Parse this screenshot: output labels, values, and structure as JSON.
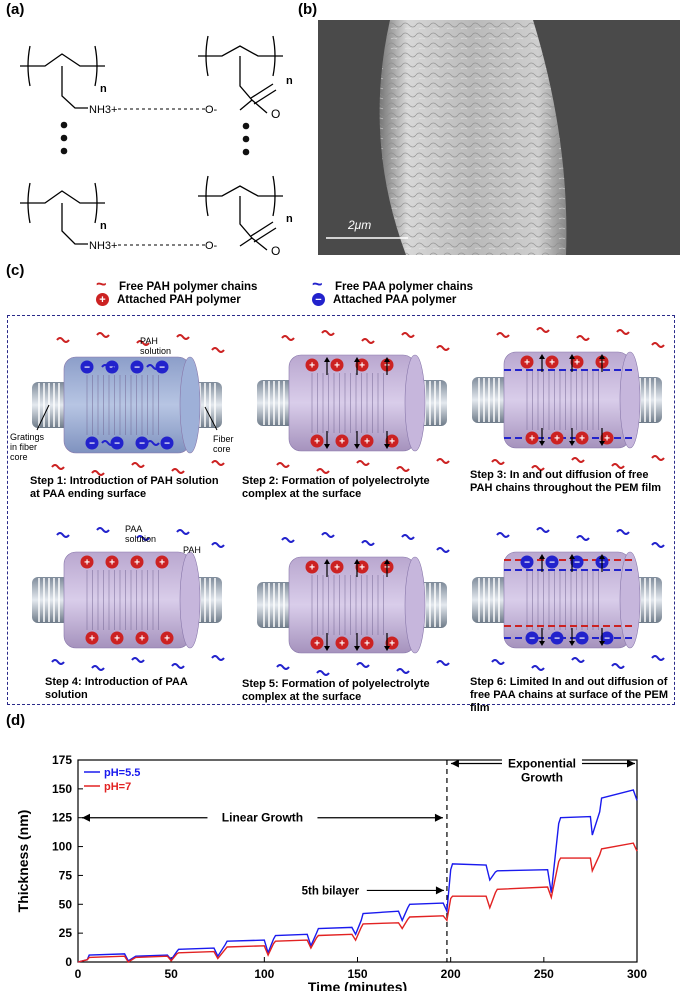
{
  "panel_a": {
    "label": "(a)",
    "n1": "n",
    "n2": "n",
    "n3": "n",
    "n4": "n",
    "nh3_top": "NH3+",
    "nh3_bot": "NH3+",
    "ominus_top": "O-",
    "ominus_bot": "O-",
    "o_top": "O",
    "o_bot": "O"
  },
  "panel_b": {
    "label": "(b)",
    "scale_bar": "2μm"
  },
  "panel_c": {
    "label": "(c)",
    "legend": [
      {
        "symbol": "~",
        "text": "Free PAH polymer chains",
        "color": "#cc2222"
      },
      {
        "symbol": "~",
        "text": "Free PAA polymer chains",
        "color": "#2222cc"
      },
      {
        "symbol": "+",
        "text": "Attached PAH polymer",
        "color": "#cc2222"
      },
      {
        "symbol": "−",
        "text": "Attached PAA polymer",
        "color": "#2222cc"
      }
    ],
    "annotations": {
      "pah_solution": "PAH\nsolution",
      "paa_solution": "PAA\nsolution",
      "pah": "PAH",
      "gratings": "Gratings\nin fiber\ncore",
      "fiber_core": "Fiber\ncore"
    },
    "steps": [
      {
        "caption": "Step 1: Introduction of PAH solution at PAA ending surface"
      },
      {
        "caption": "Step 2: Formation of polyelectrolyte complex at the surface"
      },
      {
        "caption": "Step 3: In and out diffusion of free PAH chains throughout the PEM film"
      },
      {
        "caption": "Step 4: Introduction of PAA solution"
      },
      {
        "caption": "Step 5: Formation of polyelectrolyte complex at the surface"
      },
      {
        "caption": "Step 6: Limited In and out diffusion of free PAA chains at surface of the PEM film"
      }
    ]
  },
  "panel_d": {
    "label": "(d)",
    "annotations": {
      "linear": "Linear Growth",
      "exponential": "Exponential\nGrowth",
      "bilayer": "5th bilayer"
    }
  },
  "chart_data": {
    "type": "line",
    "xlabel": "Time (minutes)",
    "ylabel": "Thickness (nm)",
    "xlim": [
      0,
      300
    ],
    "ylim": [
      0,
      175
    ],
    "xticks": [
      0,
      50,
      100,
      150,
      200,
      250,
      300
    ],
    "yticks": [
      0,
      25,
      50,
      75,
      100,
      125,
      150,
      175
    ],
    "legend_position": "top-left",
    "vline_x": 198,
    "series": [
      {
        "name": "pH=5.5",
        "color": "#1a1aee",
        "x": [
          0,
          5,
          6,
          25,
          27,
          30,
          31,
          48,
          50,
          53,
          54,
          73,
          75,
          79,
          80,
          100,
          102,
          105,
          106,
          123,
          125,
          128,
          129,
          147,
          149,
          152,
          153,
          172,
          174,
          177,
          178,
          196,
          198,
          200,
          201,
          219,
          221,
          224,
          225,
          252,
          254,
          258,
          259,
          275,
          276,
          280,
          281,
          298,
          300
        ],
        "y": [
          0,
          2,
          6,
          7,
          1,
          4,
          5,
          6,
          2,
          9,
          11,
          12,
          5,
          15,
          18,
          19,
          8,
          20,
          23,
          24,
          14,
          25,
          29,
          30,
          24,
          36,
          42,
          44,
          36,
          47,
          50,
          51,
          44,
          80,
          85,
          84,
          71,
          78,
          79,
          80,
          60,
          120,
          125,
          126,
          110,
          130,
          142,
          149,
          140
        ]
      },
      {
        "name": "pH=7",
        "color": "#e22222",
        "x": [
          0,
          5,
          6,
          25,
          27,
          30,
          31,
          48,
          50,
          53,
          54,
          73,
          75,
          79,
          80,
          100,
          102,
          105,
          106,
          123,
          125,
          128,
          129,
          147,
          149,
          152,
          153,
          172,
          174,
          177,
          178,
          196,
          198,
          200,
          201,
          219,
          221,
          224,
          225,
          252,
          254,
          258,
          259,
          275,
          276,
          280,
          281,
          298,
          300
        ],
        "y": [
          0,
          2,
          4,
          5,
          0,
          3,
          4,
          5,
          1,
          7,
          8,
          9,
          3,
          11,
          13,
          14,
          6,
          16,
          18,
          19,
          12,
          21,
          23,
          24,
          19,
          30,
          33,
          34,
          29,
          37,
          39,
          40,
          36,
          55,
          57,
          57,
          47,
          60,
          63,
          65,
          56,
          87,
          90,
          90,
          79,
          93,
          98,
          103,
          96
        ]
      }
    ]
  }
}
